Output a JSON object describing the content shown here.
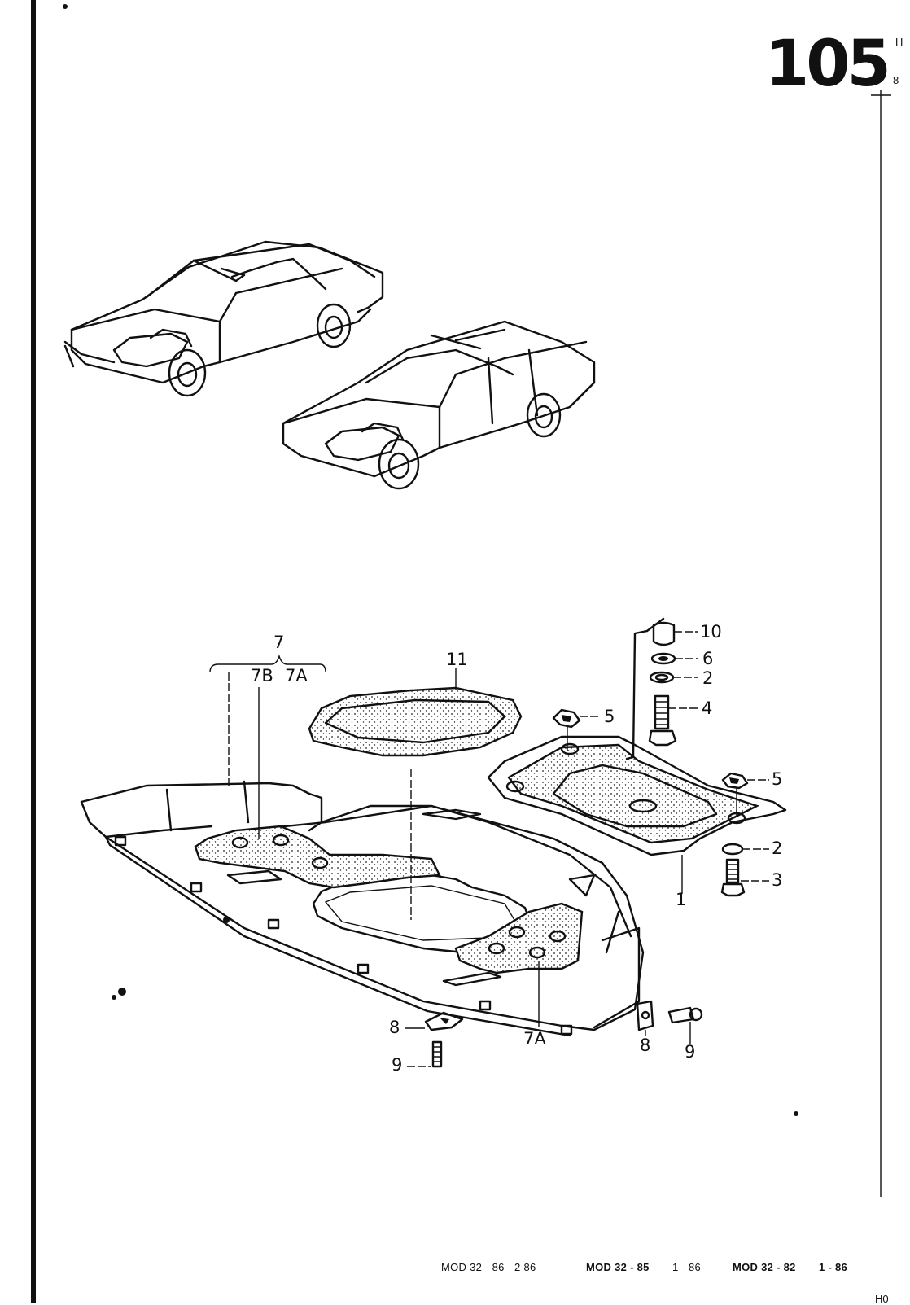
{
  "page": {
    "number": "105",
    "edge_marks": [
      "H",
      "8"
    ],
    "corner_mark": "H0"
  },
  "illustrations": {
    "vehicle_1": "hatchback-coupe",
    "vehicle_2": "station-wagon",
    "assembly": "engine-undertray-noise-insulation"
  },
  "callouts": {
    "group_7": "7",
    "sub_7b": "7B",
    "sub_7a_top": "7A",
    "part_11": "11",
    "part_10": "10",
    "part_6": "6",
    "part_2_upper": "2",
    "part_4": "4",
    "part_5_left": "5",
    "part_5_right": "5",
    "part_2_lower": "2",
    "part_3": "3",
    "part_1": "1",
    "part_8_left": "8",
    "part_9_left": "9",
    "sub_7a_bottom": "7A",
    "part_8_right": "8",
    "part_9_right": "9"
  },
  "footer": {
    "models": [
      {
        "model": "MOD 32 - 86",
        "date": "2  86"
      },
      {
        "model": "MOD 32 - 85",
        "date": "1 - 86"
      },
      {
        "model": "MOD 32 - 82",
        "date": "1 - 86"
      }
    ]
  }
}
